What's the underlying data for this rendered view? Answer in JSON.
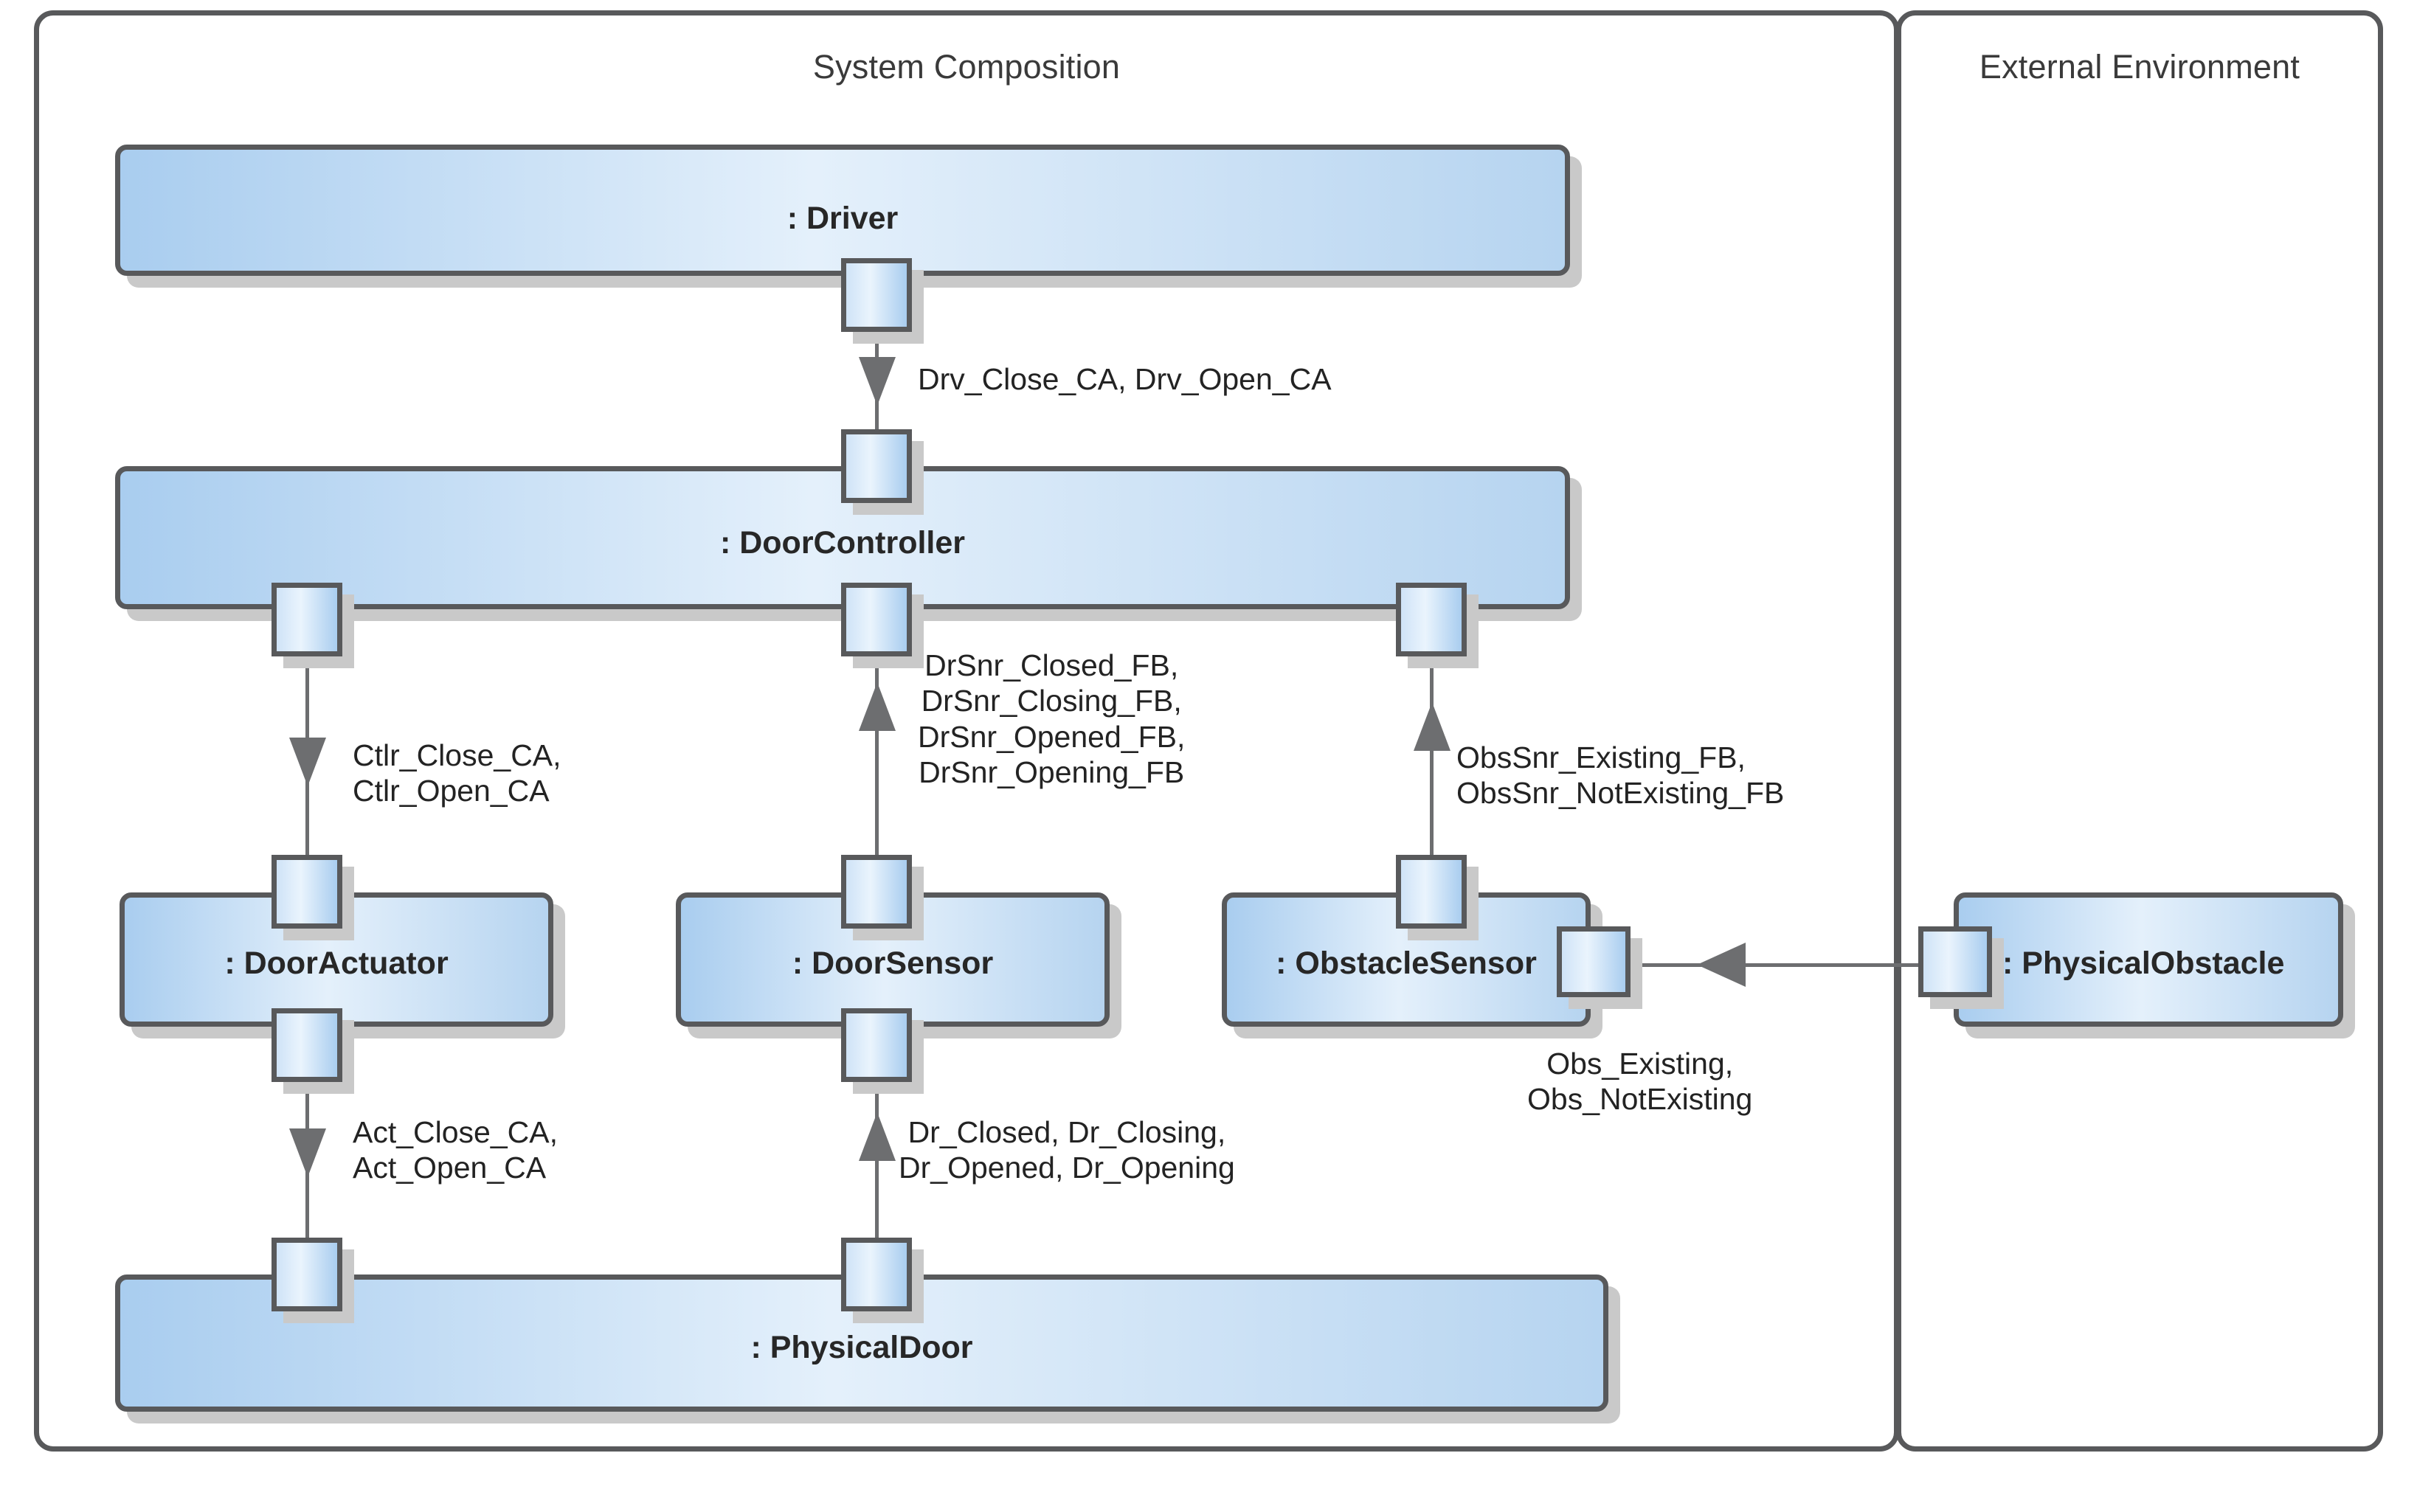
{
  "panels": {
    "system": {
      "title": "System Composition"
    },
    "external": {
      "title": "External Environment"
    }
  },
  "parts": {
    "driver": {
      "label": ": Driver"
    },
    "door_controller": {
      "label": ": DoorController"
    },
    "door_actuator": {
      "label": ": DoorActuator"
    },
    "door_sensor": {
      "label": ": DoorSensor"
    },
    "obstacle_sensor": {
      "label": ": ObstacleSensor"
    },
    "physical_obstacle": {
      "label": ": PhysicalObstacle"
    },
    "physical_door": {
      "label": ": PhysicalDoor"
    }
  },
  "connectors": {
    "driver_to_controller": {
      "lines": [
        "Drv_Close_CA, Drv_Open_CA"
      ]
    },
    "controller_to_actuator": {
      "lines": [
        "Ctlr_Close_CA,",
        "Ctlr_Open_CA"
      ]
    },
    "doorsensor_to_controller": {
      "lines": [
        "DrSnr_Closed_FB,",
        "DrSnr_Closing_FB,",
        "DrSnr_Opened_FB,",
        "DrSnr_Opening_FB"
      ]
    },
    "obstaclesensor_to_controller": {
      "lines": [
        "ObsSnr_Existing_FB,",
        "ObsSnr_NotExisting_FB"
      ]
    },
    "actuator_to_door": {
      "lines": [
        "Act_Close_CA,",
        "Act_Open_CA"
      ]
    },
    "door_to_doorsensor": {
      "lines": [
        "Dr_Closed, Dr_Closing,",
        "Dr_Opened, Dr_Opening"
      ]
    },
    "obstacle_to_obstaclesensor": {
      "lines": [
        "Obs_Existing,",
        "Obs_NotExisting"
      ]
    }
  },
  "colors": {
    "outline": "#58595b",
    "connector": "#6d6e70",
    "block_fill_light": "#e4f0fb",
    "block_fill_dark": "#a9cdef",
    "shadow": "#c9c9c9",
    "text": "#232323"
  }
}
